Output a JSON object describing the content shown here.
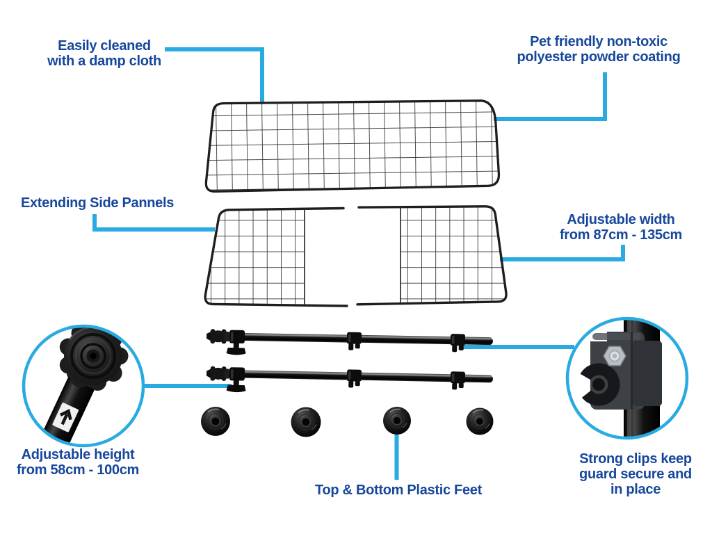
{
  "colors": {
    "accent_cyan": "#29ABE2",
    "label_navy": "#17479C",
    "metal_black": "#1E1E1E"
  },
  "labels": {
    "easily_cleaned": {
      "line1": "Easily cleaned",
      "line2": "with a damp cloth"
    },
    "pet_friendly": {
      "line1": "Pet friendly non-toxic",
      "line2": "polyester powder coating"
    },
    "side_panels": {
      "line1": "Extending Side Pannels"
    },
    "adjustable_width": {
      "line1": "Adjustable width",
      "line2": "from 87cm - 135cm"
    },
    "adjustable_height": {
      "line1": "Adjustable height",
      "line2": "from 58cm - 100cm"
    },
    "strong_clips": {
      "line1": "Strong clips keep",
      "line2": "guard secure and",
      "line3": "in place"
    },
    "plastic_feet": {
      "line1": "Top & Bottom Plastic Feet"
    }
  },
  "parts": [
    "main-mesh-panel",
    "left-extension-panel",
    "right-extension-panel",
    "telescopic-bar-top",
    "telescopic-bar-bottom",
    "plastic-foot",
    "height-knob-closeup",
    "clip-closeup"
  ]
}
